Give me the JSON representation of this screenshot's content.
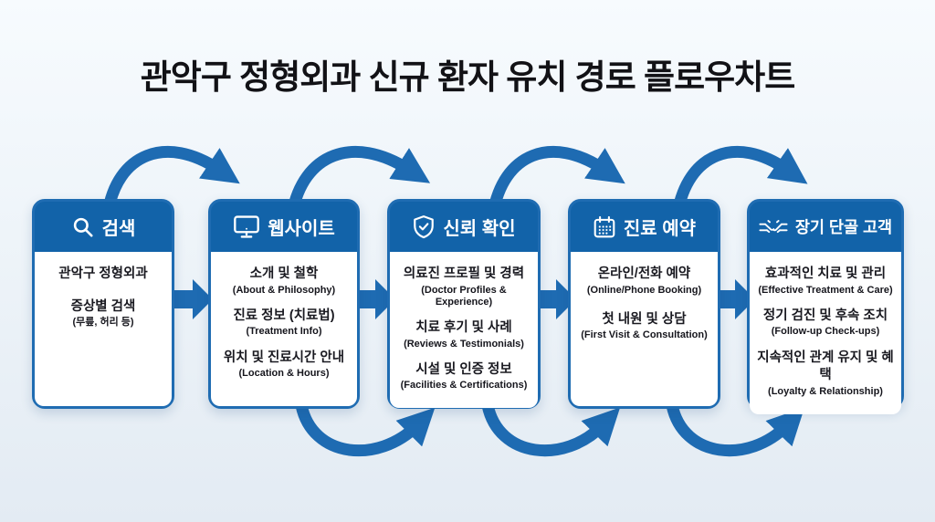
{
  "title": "관악구 정형외과 신규 환자 유치 경로 플로우차트",
  "colors": {
    "header_blue": "#1263a9",
    "border_blue": "#1f6cb2",
    "arrow_blue": "#1e6bb2",
    "background": "#eef4f9",
    "body_text": "#191920",
    "header_text": "#ffffff"
  },
  "stages": [
    {
      "title": "검색",
      "icon": "search-icon",
      "items": [
        {
          "main": "관악구 정형외과",
          "sub": ""
        },
        {
          "main": "증상별 검색",
          "sub": "(무릎, 허리 등)"
        }
      ]
    },
    {
      "title": "웹사이트",
      "icon": "monitor-icon",
      "items": [
        {
          "main": "소개 및 철학",
          "sub": "(About & Philosophy)"
        },
        {
          "main": "진료 정보 (치료법)",
          "sub": "(Treatment Info)"
        },
        {
          "main": "위치 및 진료시간 안내",
          "sub": "(Location & Hours)"
        }
      ]
    },
    {
      "title": "신뢰 확인",
      "icon": "shield-check-icon",
      "items": [
        {
          "main": "의료진 프로필 및 경력",
          "sub": "(Doctor Profiles & Experience)"
        },
        {
          "main": "치료 후기 및 사례",
          "sub": "(Reviews & Testimonials)"
        },
        {
          "main": "시설 및 인증 정보",
          "sub": "(Facilities & Certifications)"
        }
      ]
    },
    {
      "title": "진료 예약",
      "icon": "calendar-icon",
      "items": [
        {
          "main": "온라인/전화 예약",
          "sub": "(Online/Phone Booking)"
        },
        {
          "main": "첫 내원 및 상담",
          "sub": "(First Visit & Consultation)"
        }
      ]
    },
    {
      "title": "장기 단골 고객",
      "icon": "handshake-icon",
      "items": [
        {
          "main": "효과적인 치료 및 관리",
          "sub": "(Effective Treatment & Care)"
        },
        {
          "main": "정기 검진 및 후속 조치",
          "sub": "(Follow-up Check-ups)"
        },
        {
          "main": "지속적인 관계 유지 및 혜택",
          "sub": "(Loyalty & Relationship)"
        }
      ]
    }
  ]
}
